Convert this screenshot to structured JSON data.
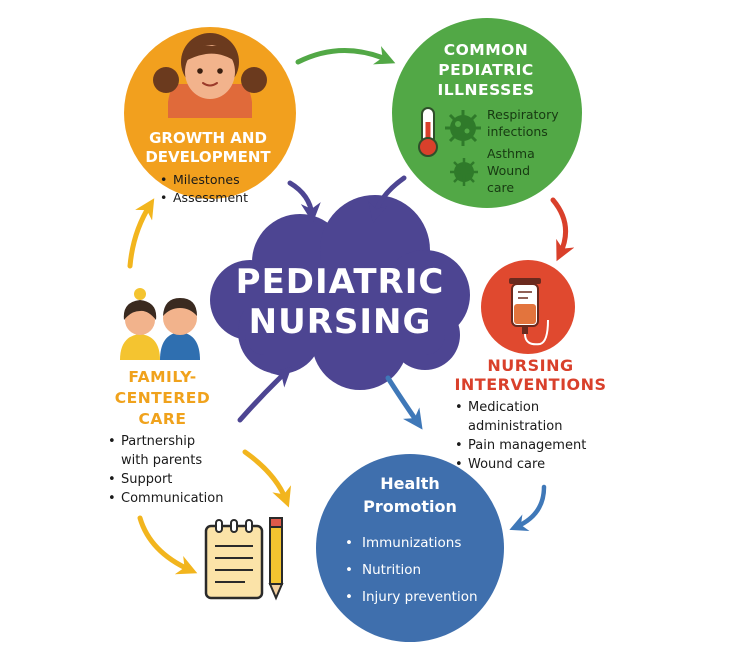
{
  "center": {
    "title_line1": "PEDIATRIC",
    "title_line2": "NURSING"
  },
  "growth": {
    "title_line1": "GROWTH AND",
    "title_line2": "DEVELOPMENT",
    "items": [
      "Milestones",
      "Assessment"
    ]
  },
  "illnesses": {
    "title_line1": "COMMON",
    "title_line2": "PEDIATRIC",
    "title_line3": "ILLNESSES",
    "item1_line1": "Respiratory",
    "item1_line2": "infections",
    "item2": "Asthma",
    "item3_line1": "Wound",
    "item3_line2": "care"
  },
  "interventions": {
    "title_line1": "NURSING",
    "title_line2": "INTERVENTIONS",
    "item1_line1": "Medication",
    "item1_line2": "administration",
    "item2": "Pain management",
    "item3": "Wound care"
  },
  "family": {
    "title_line1": "FAMILY-",
    "title_line2": "CENTERED",
    "title_line3": "CARE",
    "item1_line1": "Partnership",
    "item1_line2": "with parents",
    "item2": "Support",
    "item3": "Communication"
  },
  "health": {
    "title_line1": "Health",
    "title_line2": "Promotion",
    "items": [
      "Immunizations",
      "Nutrition",
      "Injury prevention"
    ]
  },
  "colors": {
    "center": "#4d4592",
    "growth": "#f2a01e",
    "illnesses": "#52a846",
    "interventions": "#e0492f",
    "family": "#f0a21c",
    "health": "#3f6fad",
    "arrow_purple": "#4d4592",
    "arrow_green": "#52a846",
    "arrow_red": "#d9402b",
    "arrow_blue": "#3f78b8",
    "arrow_yellow": "#f2b51e"
  },
  "icons": [
    "girl-face-icon",
    "thermometer-icon",
    "virus-icon",
    "iv-bag-icon",
    "family-icon",
    "notepad-icon",
    "pencil-icon"
  ]
}
